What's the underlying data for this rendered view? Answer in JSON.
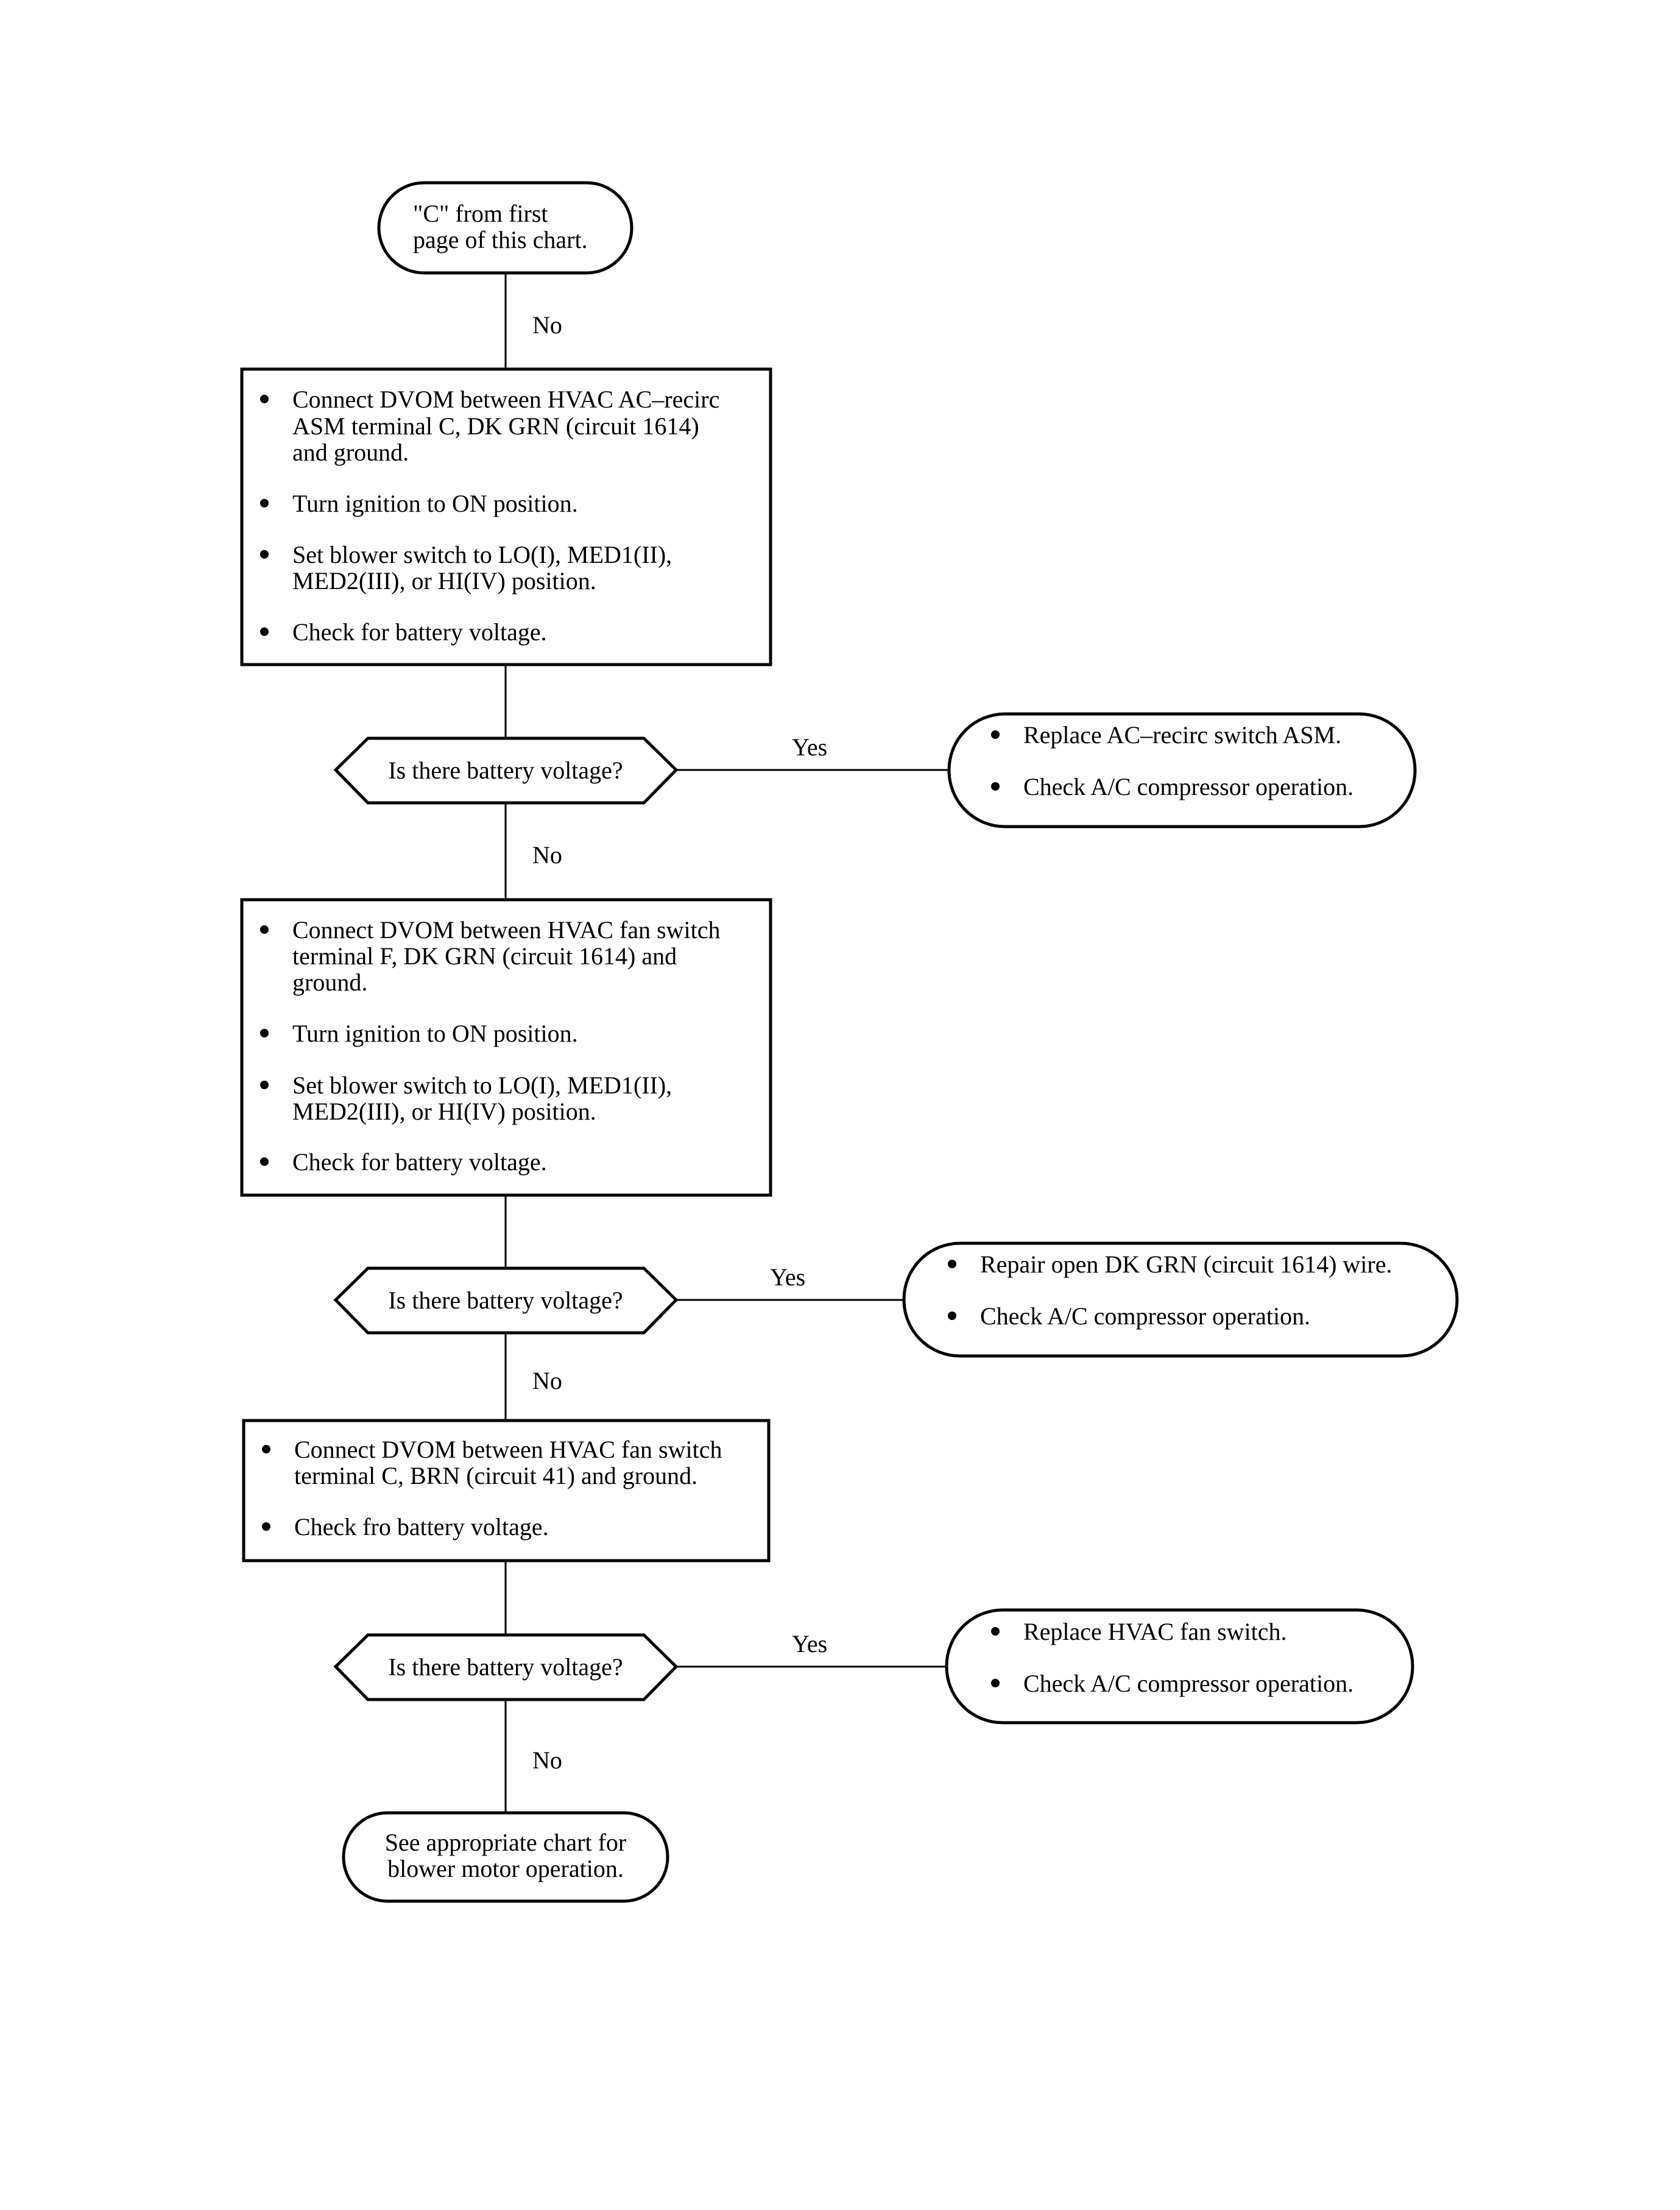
{
  "flowchart": {
    "start": {
      "lines": [
        "\"C\" from first",
        "page of this chart."
      ]
    },
    "step1": {
      "items": [
        [
          "Connect DVOM between HVAC AC–recirc",
          "ASM terminal C, DK GRN (circuit 1614)",
          "and ground."
        ],
        [
          "Turn ignition to ON position."
        ],
        [
          "Set blower switch to LO(I), MED1(II),",
          "MED2(III), or HI(IV) position."
        ],
        [
          "Check for battery voltage."
        ]
      ]
    },
    "decision1": {
      "text": "Is there battery voltage?"
    },
    "result1": {
      "items": [
        "Replace AC–recirc switch ASM.",
        "Check A/C compressor operation."
      ]
    },
    "step2": {
      "items": [
        [
          "Connect DVOM between HVAC fan switch",
          "terminal F, DK GRN (circuit 1614) and",
          "ground."
        ],
        [
          "Turn ignition to ON position."
        ],
        [
          "Set blower switch to LO(I), MED1(II),",
          "MED2(III), or HI(IV) position."
        ],
        [
          "Check for battery voltage."
        ]
      ]
    },
    "decision2": {
      "text": "Is there battery voltage?"
    },
    "result2": {
      "items": [
        "Repair open DK GRN (circuit 1614) wire.",
        "Check A/C compressor operation."
      ]
    },
    "step3": {
      "items": [
        [
          "Connect DVOM between HVAC fan switch",
          "terminal C, BRN (circuit 41) and ground."
        ],
        [
          "Check fro battery voltage."
        ]
      ]
    },
    "decision3": {
      "text": "Is there battery voltage?"
    },
    "result3": {
      "items": [
        "Replace HVAC fan switch.",
        "Check A/C compressor operation."
      ]
    },
    "end": {
      "lines": [
        "See appropriate chart for",
        "blower motor operation."
      ]
    },
    "labels": {
      "no": "No",
      "yes": "Yes"
    }
  }
}
